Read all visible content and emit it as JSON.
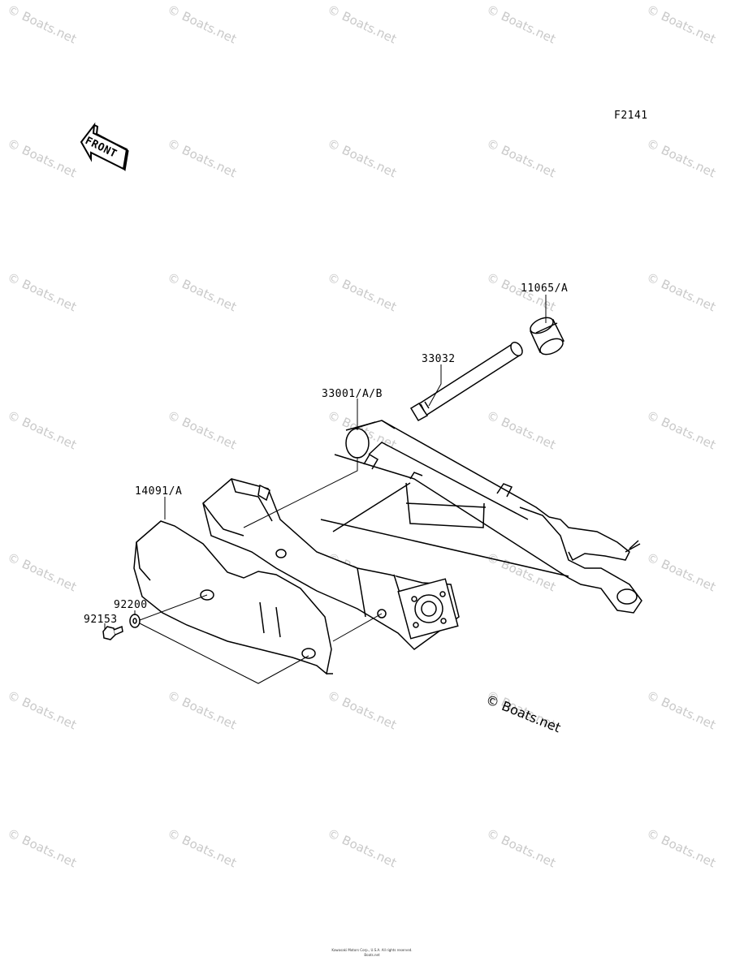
{
  "diagram_code": "F2141",
  "front_label": "FRONT",
  "watermark": "© Boats.net",
  "copyright_mark": "© Boats.net",
  "parts": {
    "p11065": "11065/A",
    "p33032": "33032",
    "p33001": "33001/A/B",
    "p14091": "14091/A",
    "p92200": "92200",
    "p92153": "92153"
  },
  "footer": {
    "line1": "Kawasaki Motors Corp., U.S.A. All rights reserved.",
    "line2": "Boats.net"
  }
}
